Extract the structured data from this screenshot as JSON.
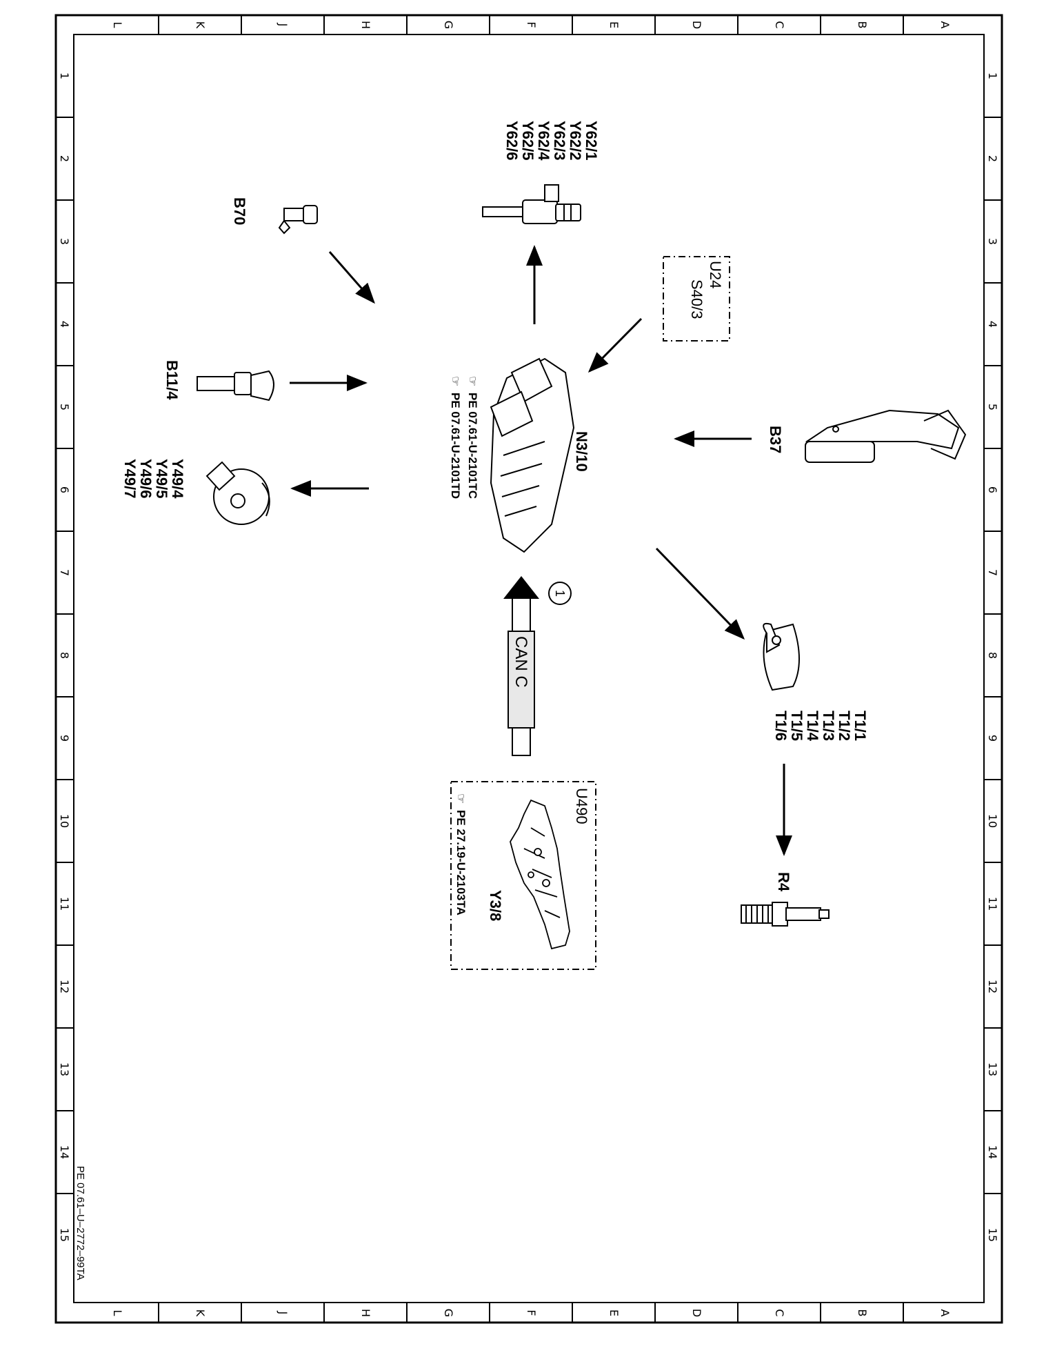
{
  "frame": {
    "columns": [
      "L",
      "K",
      "J",
      "H",
      "G",
      "F",
      "E",
      "D",
      "C",
      "B",
      "A"
    ],
    "rows": [
      "1",
      "2",
      "3",
      "4",
      "5",
      "6",
      "7",
      "8",
      "9",
      "10",
      "11",
      "12",
      "13",
      "14",
      "15"
    ],
    "drawing_number": "PE 07.61–U–2772–99TA"
  },
  "components": {
    "ecu": {
      "label": "N3/10",
      "refs": [
        "PE  07.61-U-2101TC",
        "PE  07.61-U-2101TD"
      ]
    },
    "injectors": {
      "labels": [
        "Y62/1",
        "Y62/2",
        "Y62/3",
        "Y62/4",
        "Y62/5",
        "Y62/6"
      ]
    },
    "b70": {
      "label": "B70"
    },
    "b11_4": {
      "label": "B11/4"
    },
    "y49": {
      "labels": [
        "Y49/4",
        "Y49/5",
        "Y49/6",
        "Y49/7"
      ]
    },
    "u24_box": {
      "labels": [
        "U24",
        "S40/3"
      ]
    },
    "b37": {
      "label": "B37"
    },
    "ignition_coils": {
      "labels": [
        "T1/1",
        "T1/2",
        "T1/3",
        "T1/4",
        "T1/5",
        "T1/6"
      ]
    },
    "spark_plug": {
      "label": "R4"
    },
    "can": {
      "label": "CAN  C",
      "marker": "1"
    },
    "u490_box": {
      "label": "U490",
      "sublabel": "Y3/8",
      "ref": "PE  27.19-U-2103TA"
    }
  },
  "colors": {
    "ink": "#000000",
    "paper": "#ffffff",
    "can_bar": "#e8e8e8"
  },
  "icons": [
    "manual-reference-icon"
  ]
}
